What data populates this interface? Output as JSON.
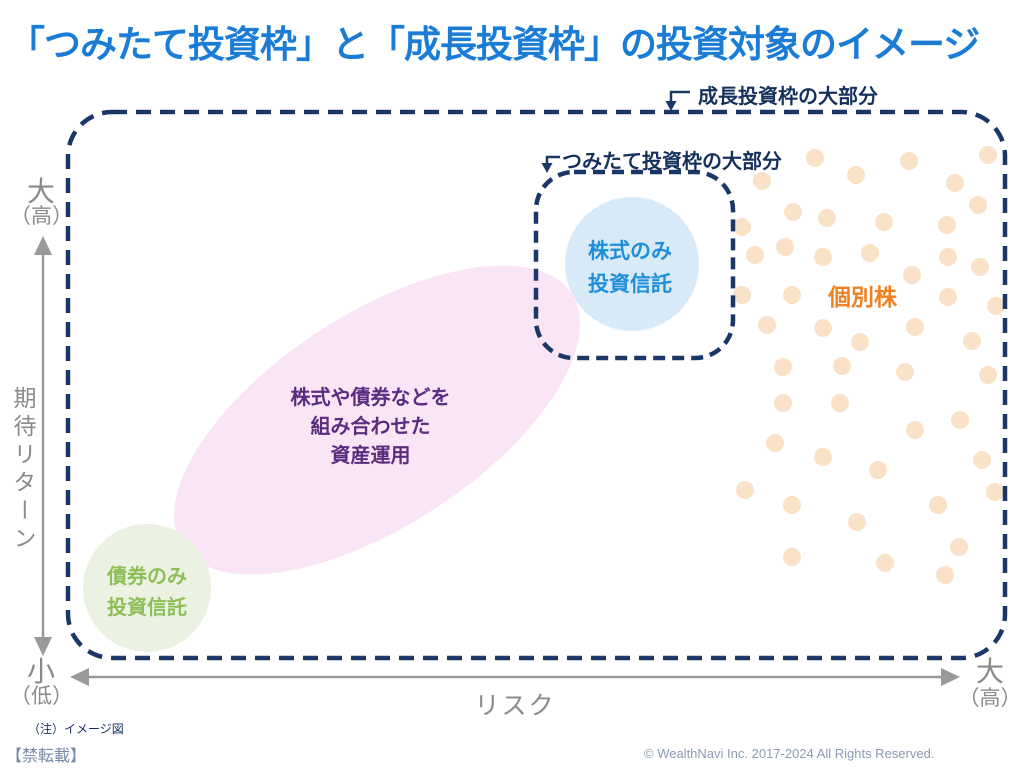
{
  "title": "「つみたて投資枠」と「成長投資枠」の投資対象のイメージ",
  "annotations": {
    "growth_label": "成長投資枠の大部分",
    "tsumitate_label": "つみたて投資枠の大部分"
  },
  "regions": {
    "stock_fund": {
      "line1": "株式のみ",
      "line2": "投資信託"
    },
    "mixed": {
      "line1": "株式や債券などを",
      "line2": "組み合わせた",
      "line3": "資産運用"
    },
    "bond_fund": {
      "line1": "債券のみ",
      "line2": "投資信託"
    },
    "individual_stocks": "個別株"
  },
  "axes": {
    "y_label": "期待リターン",
    "y_top": "大",
    "y_top_paren": "（高）",
    "y_bottom": "小",
    "y_bottom_paren": "（低）",
    "x_label": "リスク",
    "x_right": "大",
    "x_right_paren": "（高）"
  },
  "footer": {
    "note": "（注）イメージ図",
    "no_reproduction": "【禁転載】",
    "copyright": "© WealthNavi Inc. 2017-2024 All Rights Reserved."
  },
  "colors": {
    "title_blue": "#1B7CD6",
    "frame_navy": "#1A3767",
    "label_navy": "#16305C",
    "blue_circle_fill": "#D8E9F7",
    "blue_text": "#1E8FD8",
    "pink_fill": "#FAE5F7",
    "purple_text": "#5A2C80",
    "green_fill": "#EBF2E2",
    "green_text": "#8EBE57",
    "orange_text": "#F08122",
    "dot_color": "#FAE2C9",
    "axis_gray": "#999999"
  },
  "dot_style": {
    "radius": 9,
    "color": "#FAE2C9"
  },
  "dots": [
    [
      815,
      158
    ],
    [
      909,
      161
    ],
    [
      988,
      155
    ],
    [
      762,
      181
    ],
    [
      856,
      175
    ],
    [
      955,
      183
    ],
    [
      742,
      227
    ],
    [
      793,
      212
    ],
    [
      827,
      218
    ],
    [
      884,
      222
    ],
    [
      947,
      225
    ],
    [
      978,
      205
    ],
    [
      755,
      255
    ],
    [
      785,
      247
    ],
    [
      823,
      257
    ],
    [
      870,
      253
    ],
    [
      912,
      275
    ],
    [
      948,
      257
    ],
    [
      980,
      267
    ],
    [
      742,
      295
    ],
    [
      792,
      295
    ],
    [
      948,
      297
    ],
    [
      996,
      306
    ],
    [
      767,
      325
    ],
    [
      823,
      328
    ],
    [
      860,
      342
    ],
    [
      915,
      327
    ],
    [
      972,
      341
    ],
    [
      783,
      367
    ],
    [
      842,
      366
    ],
    [
      905,
      372
    ],
    [
      988,
      375
    ],
    [
      783,
      403
    ],
    [
      840,
      403
    ],
    [
      915,
      430
    ],
    [
      960,
      420
    ],
    [
      775,
      443
    ],
    [
      823,
      457
    ],
    [
      878,
      470
    ],
    [
      982,
      460
    ],
    [
      745,
      490
    ],
    [
      792,
      505
    ],
    [
      938,
      505
    ],
    [
      995,
      492
    ],
    [
      857,
      522
    ],
    [
      959,
      547
    ],
    [
      792,
      557
    ],
    [
      885,
      563
    ],
    [
      945,
      575
    ]
  ]
}
